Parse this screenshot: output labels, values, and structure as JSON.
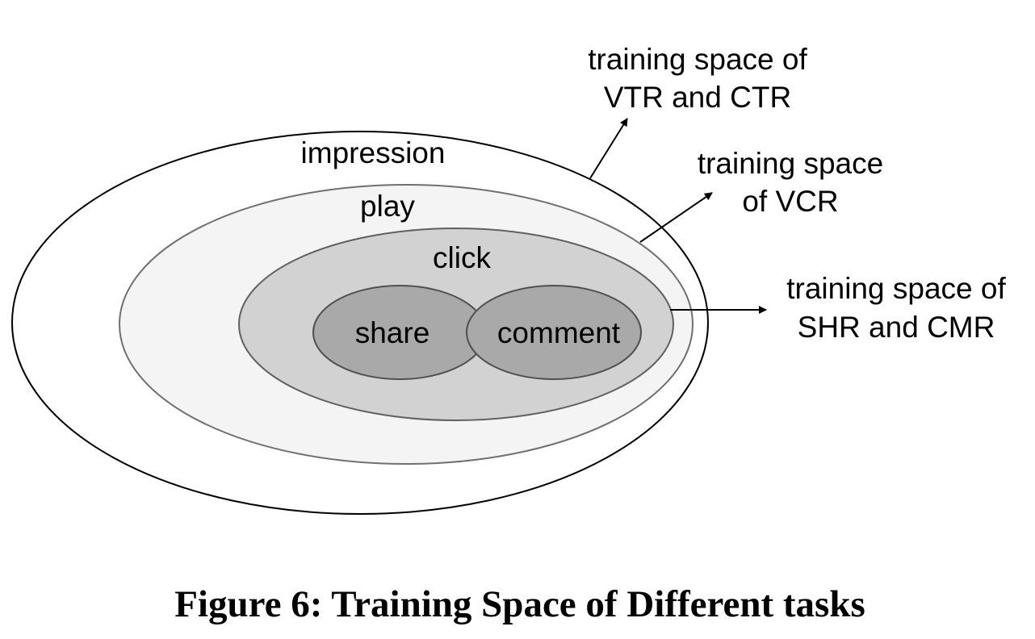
{
  "diagram": {
    "sets": {
      "impression": {
        "label": "impression",
        "fill": "#ffffff",
        "stroke": "#000000"
      },
      "play": {
        "label": "play",
        "fill": "#f4f4f4",
        "stroke": "#707070"
      },
      "click": {
        "label": "click",
        "fill": "#d2d2d2",
        "stroke": "#606060"
      },
      "share": {
        "label": "share",
        "fill": "#a9a9a9",
        "stroke": "#505050"
      },
      "comment": {
        "label": "comment",
        "fill": "#a9a9a9",
        "stroke": "#505050"
      }
    },
    "annotations": {
      "vtr_ctr": {
        "line1": "training space of",
        "line2": "VTR and CTR"
      },
      "vcr": {
        "line1": "training space",
        "line2": "of VCR"
      },
      "shr_cmr": {
        "line1": "training space of",
        "line2": "SHR and CMR"
      }
    },
    "caption": "Figure 6: Training Space of Different tasks"
  }
}
